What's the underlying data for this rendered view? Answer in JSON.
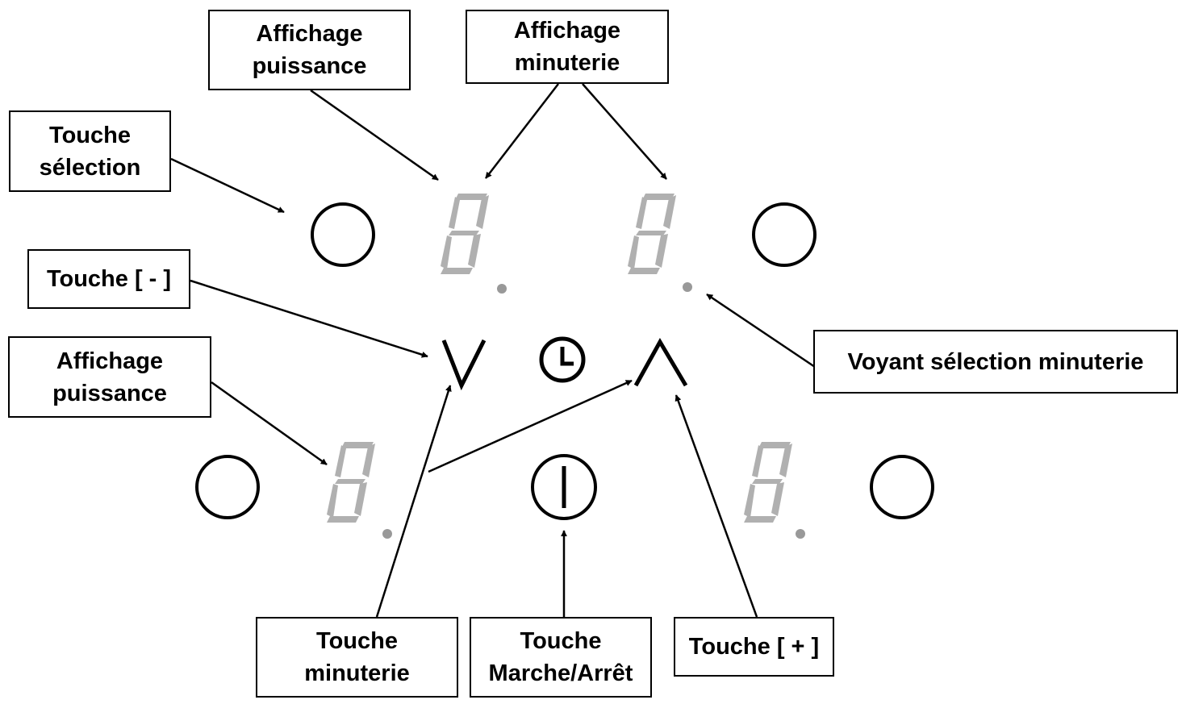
{
  "labels": {
    "affichage_puissance_top": {
      "line1": "Affichage",
      "line2": "puissance"
    },
    "affichage_minuterie": {
      "line1": "Affichage",
      "line2": "minuterie"
    },
    "touche_selection": {
      "line1": "Touche",
      "line2": "sélection"
    },
    "touche_moins": {
      "text": "Touche [ - ]"
    },
    "affichage_puissance_left": {
      "line1": "Affichage",
      "line2": "puissance"
    },
    "voyant_selection_minuterie": {
      "text": "Voyant sélection minuterie"
    },
    "touche_minuterie": {
      "line1": "Touche",
      "line2": "minuterie"
    },
    "touche_marche_arret": {
      "line1": "Touche",
      "line2": "Marche/Arrêt"
    },
    "touche_plus": {
      "text": "Touche [ + ]"
    }
  },
  "colors": {
    "segment": "#b0b0b0",
    "line": "#000000",
    "background": "#ffffff"
  },
  "icons": [
    "selection-button-icon",
    "seven-segment-display",
    "minus-chevron-icon",
    "clock-icon",
    "plus-chevron-icon",
    "power-icon"
  ]
}
